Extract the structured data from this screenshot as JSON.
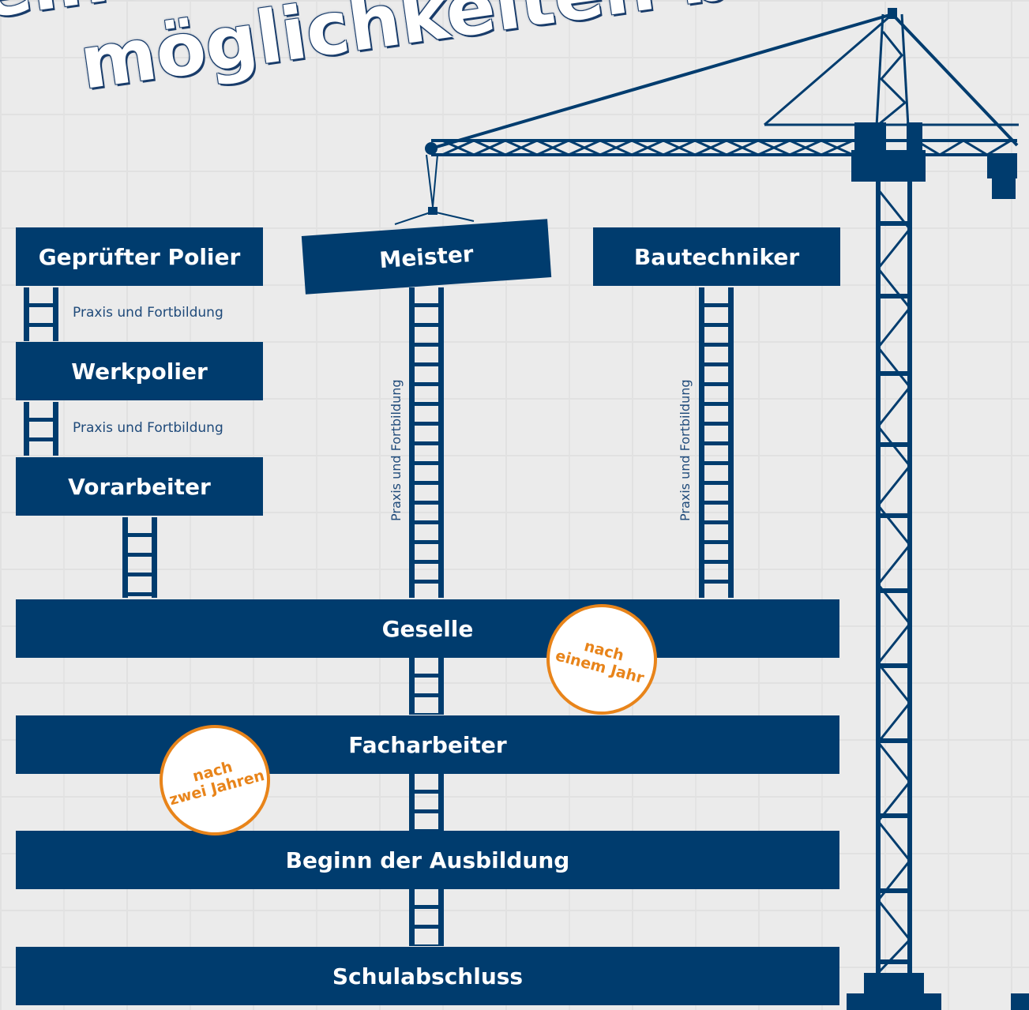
{
  "headline": {
    "line1": "eine Aufstiegs-",
    "line2": "möglichkeiten bei"
  },
  "boxes": {
    "polier": "Geprüfter Polier",
    "meister": "Meister",
    "bautechniker": "Bautechniker",
    "werkpolier": "Werkpolier",
    "vorarbeiter": "Vorarbeiter",
    "geselle": "Geselle",
    "facharbeiter": "Facharbeiter",
    "beginn": "Beginn der Ausbildung",
    "schulabschluss": "Schulabschluss"
  },
  "notes": {
    "praxis": "Praxis und Fortbildung"
  },
  "stamps": {
    "einem_jahr": {
      "line1": "nach",
      "line2": "einem Jahr"
    },
    "zwei_jahren": {
      "line1": "nach",
      "line2": "zwei Jahren"
    }
  },
  "colors": {
    "navy": "#003c6e",
    "orange": "#e8841a",
    "background": "#ebebeb"
  }
}
